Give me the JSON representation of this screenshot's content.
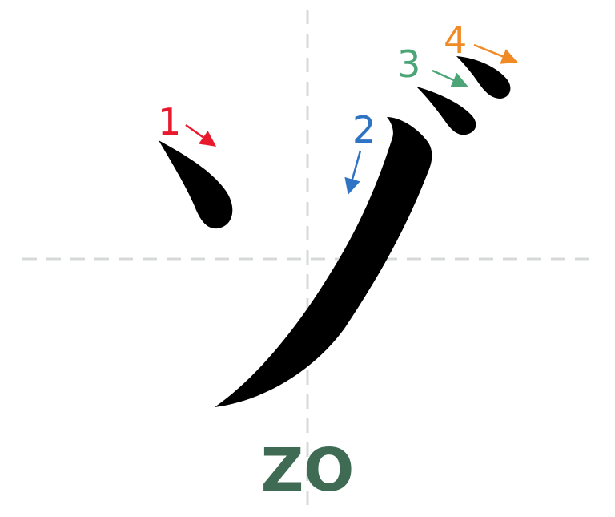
{
  "stroke_numbers": [
    "1",
    "2",
    "3",
    "4"
  ],
  "romaji": "ZO",
  "colors": {
    "stroke_1": "#e8192c",
    "stroke_2": "#2f73c4",
    "stroke_3": "#4ca577",
    "stroke_4": "#f08a24",
    "romaji": "#3f6b54",
    "ink": "#000000",
    "guide": "#d7d9d8"
  }
}
